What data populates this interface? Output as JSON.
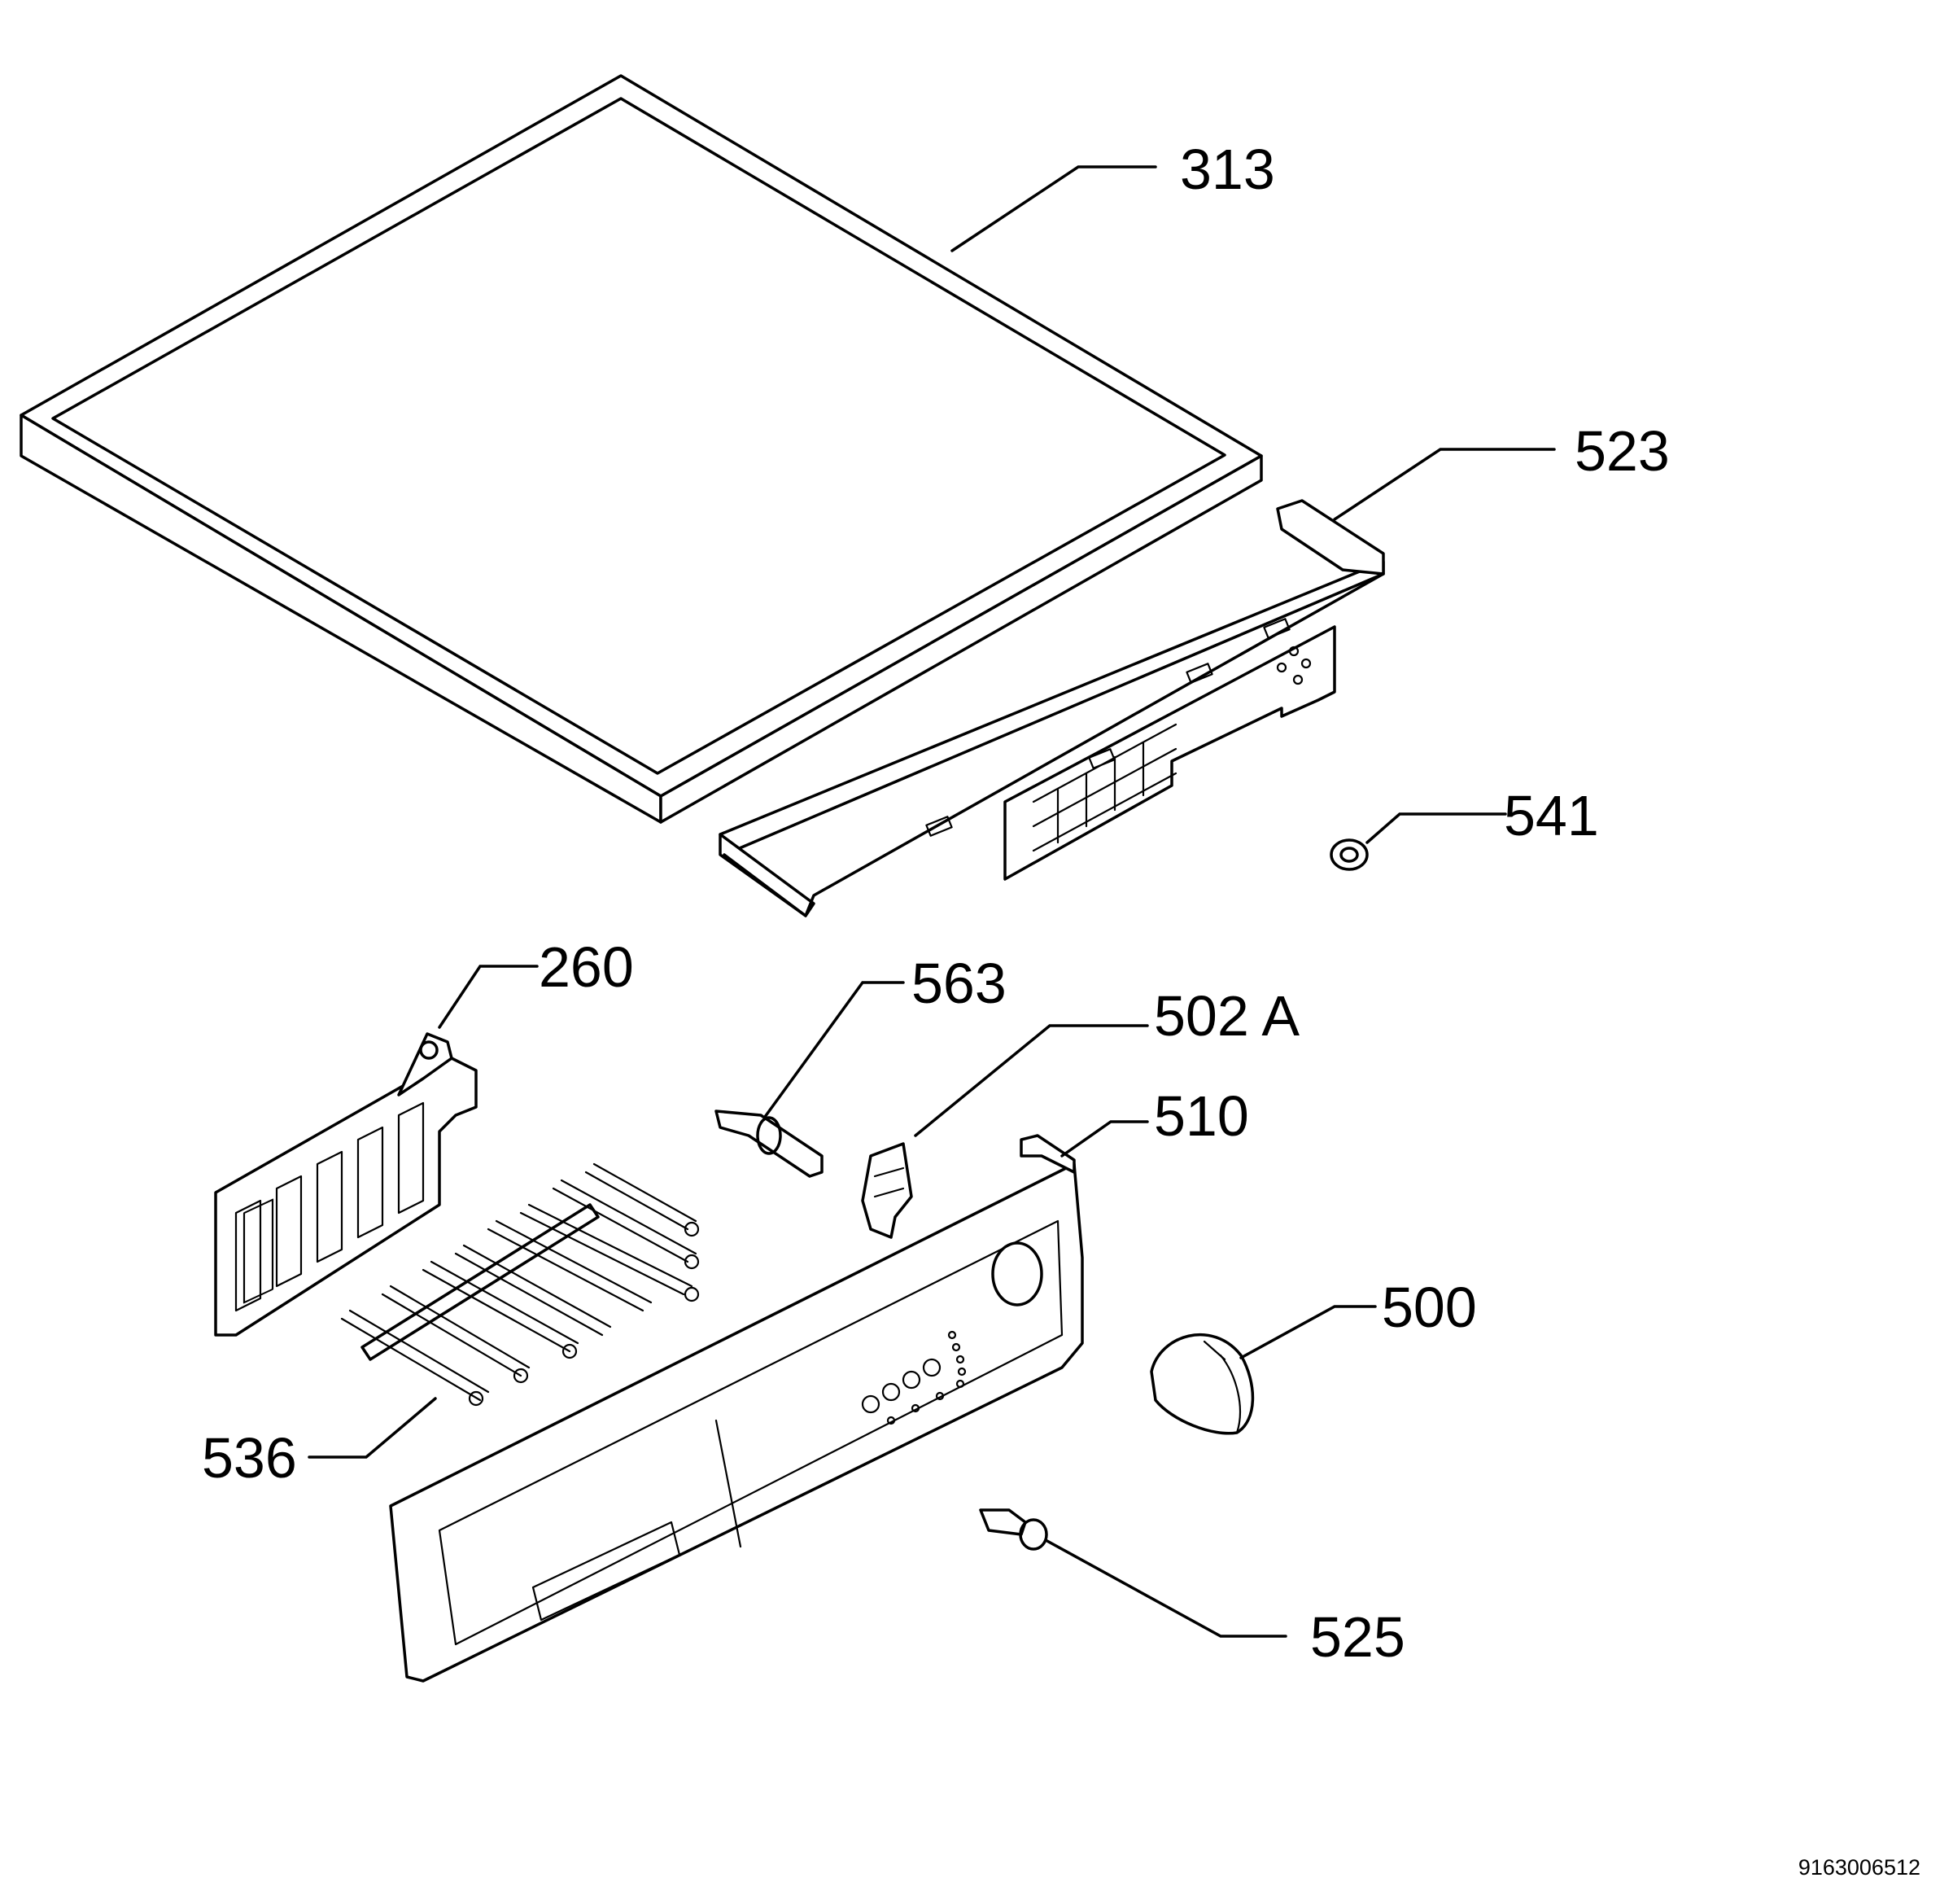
{
  "callouts": {
    "c313": "313",
    "c523": "523",
    "c541": "541",
    "c260": "260",
    "c563": "563",
    "c502a": "502 A",
    "c510": "510",
    "c500": "500",
    "c536": "536",
    "c525": "525"
  },
  "document_number": "9163006512"
}
